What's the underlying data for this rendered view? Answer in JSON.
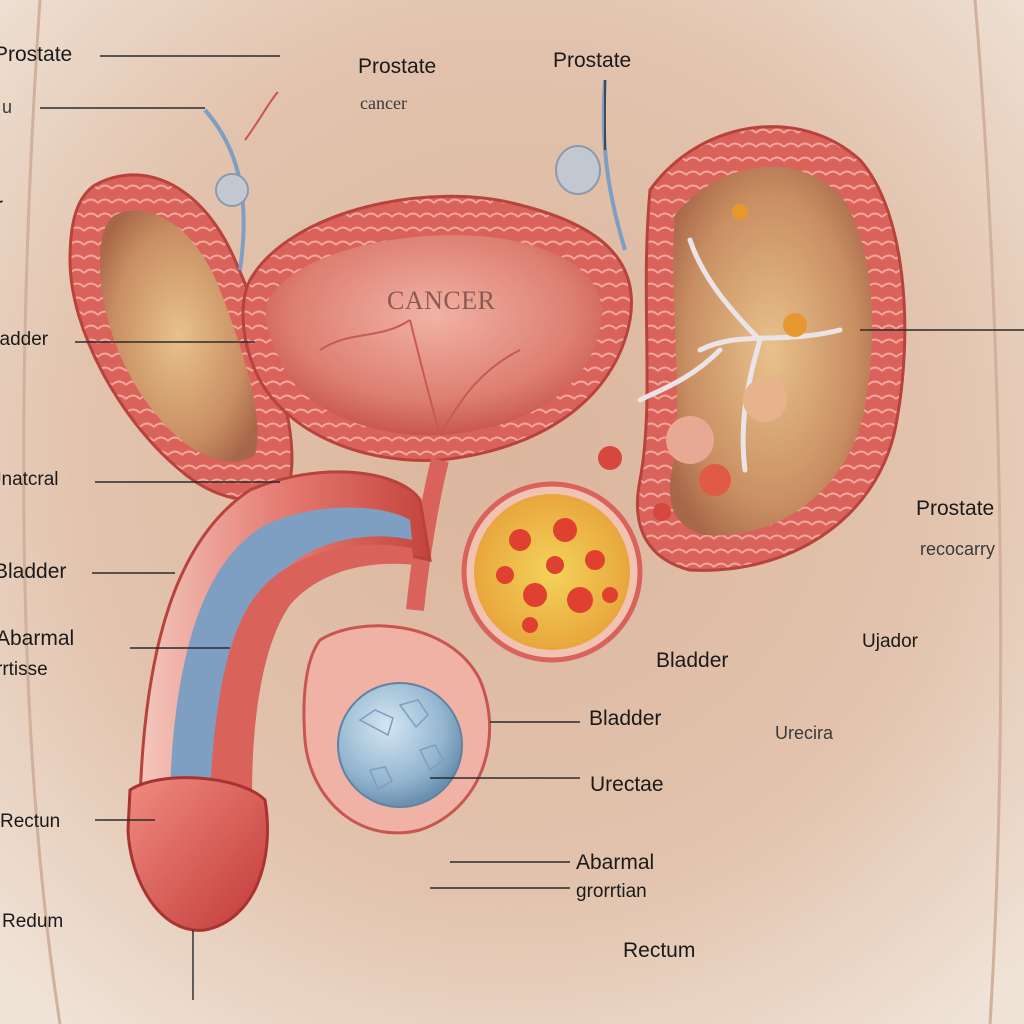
{
  "labels": {
    "left_prostate": "Prostate",
    "left_u": "u",
    "left_r": "r",
    "left_bladder": "Jadder",
    "left_urethral": "Jnatcral",
    "left_bladder2": "Bladder",
    "left_abnormal": "Abarmal",
    "left_tissue": "rrtisse",
    "left_rectum": "Rectun",
    "left_rectum2": "Redum",
    "top_prostate": "Prostate",
    "top_cancer": "cancer",
    "top_prostate_right": "Prostate",
    "center_cancer": "CANCER",
    "right_prostate": "Prostate",
    "right_recurrence": "recocarry",
    "right_urador": "Ujador",
    "mid_bladder": "Bladder",
    "mid_bladder2": "Bladder",
    "mid_urectae": "Urectae",
    "right_urecira": "Urecira",
    "bottom_abnormal": "Abarmal",
    "bottom_growth": "grorrtian",
    "bottom_rectum": "Rectum"
  },
  "colors": {
    "skin": "#e9d6c6",
    "tissue_red": "#d9625b",
    "tissue_pink": "#eaa196",
    "tumor_yellow": "#f0c843",
    "tumor_red": "#e0402f",
    "vein_blue": "#7e9fc2",
    "testis_blue": "#a9c6dd"
  }
}
